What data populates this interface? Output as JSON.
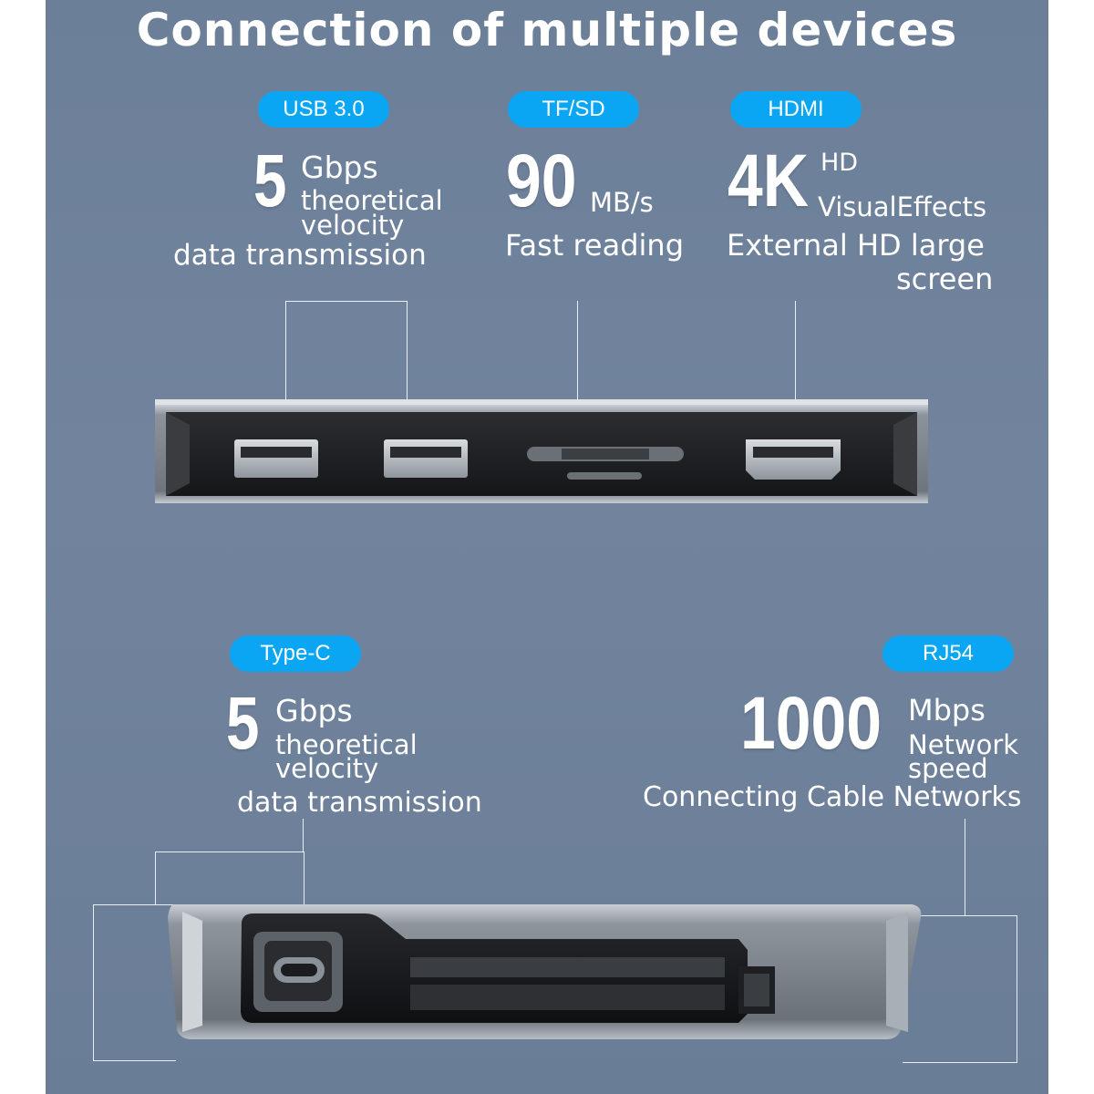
{
  "title": "Connection of multiple devices",
  "top": {
    "usb": {
      "badge": "USB 3.0",
      "value": "5",
      "unit": "Gbps",
      "detail_1": "theoretical",
      "detail_2": "velocity",
      "caption": "data transmission"
    },
    "tfsd": {
      "badge": "TF/SD",
      "value": "90",
      "unit": "MB/s",
      "caption": "Fast reading"
    },
    "hdmi": {
      "badge": "HDMI",
      "value": "4K",
      "unit": "HD",
      "detail": "VisualEffects",
      "caption_1": "External HD large",
      "caption_2": "screen"
    }
  },
  "bottom": {
    "typec": {
      "badge": "Type-C",
      "value": "5",
      "unit": "Gbps",
      "detail_1": "theoretical",
      "detail_2": "velocity",
      "caption": "data transmission"
    },
    "rj": {
      "badge": "RJ54",
      "value": "1000",
      "unit": "Mbps",
      "detail_1": "Network",
      "detail_2": "speed",
      "caption": "Connecting Cable Networks"
    }
  },
  "colors": {
    "background": "#6c7f99",
    "badge": "#0aa6f3",
    "text": "#ffffff",
    "device_body": "#9aa1aa",
    "device_face": "#1c1d20"
  }
}
